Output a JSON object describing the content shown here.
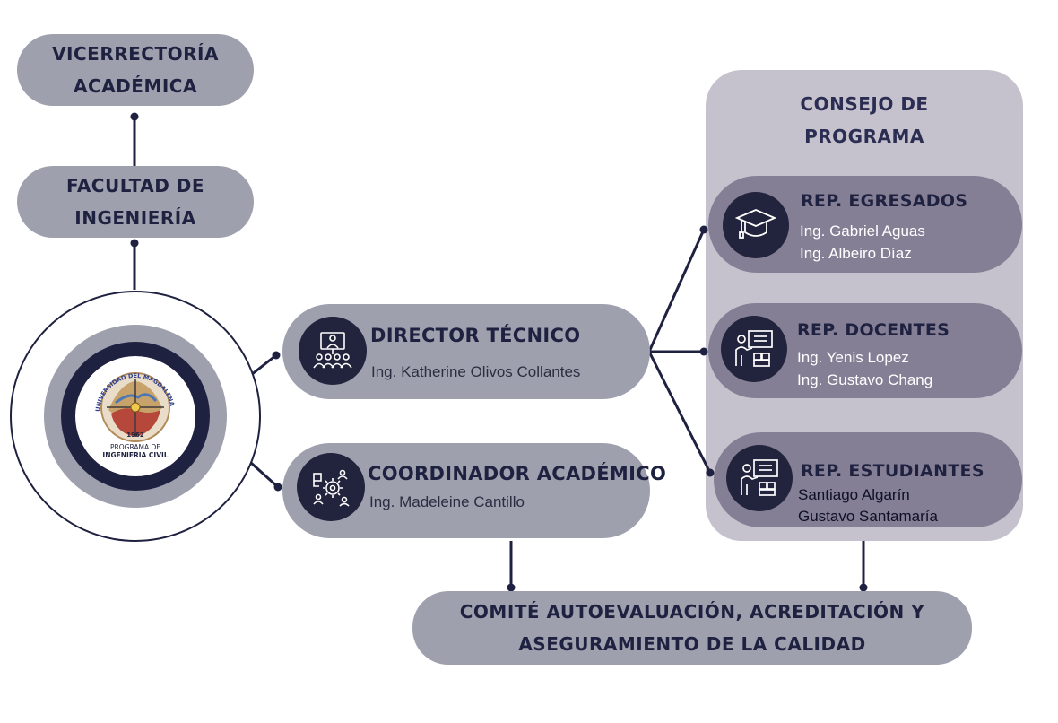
{
  "vicerrectoria": {
    "line1": "VICERRECTORÍA",
    "line2": "ACADÉMICA"
  },
  "facultad": {
    "line1": "FACULTAD DE",
    "line2": "INGENIERÍA"
  },
  "logo": {
    "arc_text": "UNIVERSIDAD DEL MAGDALENA",
    "year": "1962",
    "line1": "PROGRAMA DE",
    "line2": "INGENIERIA CIVIL"
  },
  "director": {
    "title": "DIRECTOR TÉCNICO",
    "name": "Ing. Katherine Olivos Collantes",
    "icon": "presenter-team-icon"
  },
  "coordinador": {
    "title": "COORDINADOR ACADÉMICO",
    "name": "Ing. Madeleine Cantillo",
    "icon": "gears-team-icon"
  },
  "consejo": {
    "line1": "CONSEJO DE",
    "line2": "PROGRAMA"
  },
  "egresados": {
    "title": "REP. EGRESADOS",
    "m1": "Ing. Gabriel Aguas",
    "m2": "Ing. Albeiro Díaz",
    "icon": "graduation-cap-icon"
  },
  "docentes": {
    "title": "REP. DOCENTES",
    "m1": "Ing. Yenis Lopez",
    "m2": "Ing. Gustavo Chang",
    "icon": "teacher-board-icon"
  },
  "estudiantes": {
    "title": "REP. ESTUDIANTES",
    "m1": "Santiago Algarín",
    "m2": "Gustavo Santamaría",
    "icon": "teacher-board-icon"
  },
  "comite": {
    "line1": "COMITÉ AUTOEVALUACIÓN, ACREDITACIÓN Y",
    "line2": "ASEGURAMIENTO DE LA CALIDAD"
  },
  "colors": {
    "pill": "#9fa0ae",
    "dark": "#22233d",
    "consejo_bg": "#c5c2ce",
    "inner_pill": "#847f95"
  }
}
